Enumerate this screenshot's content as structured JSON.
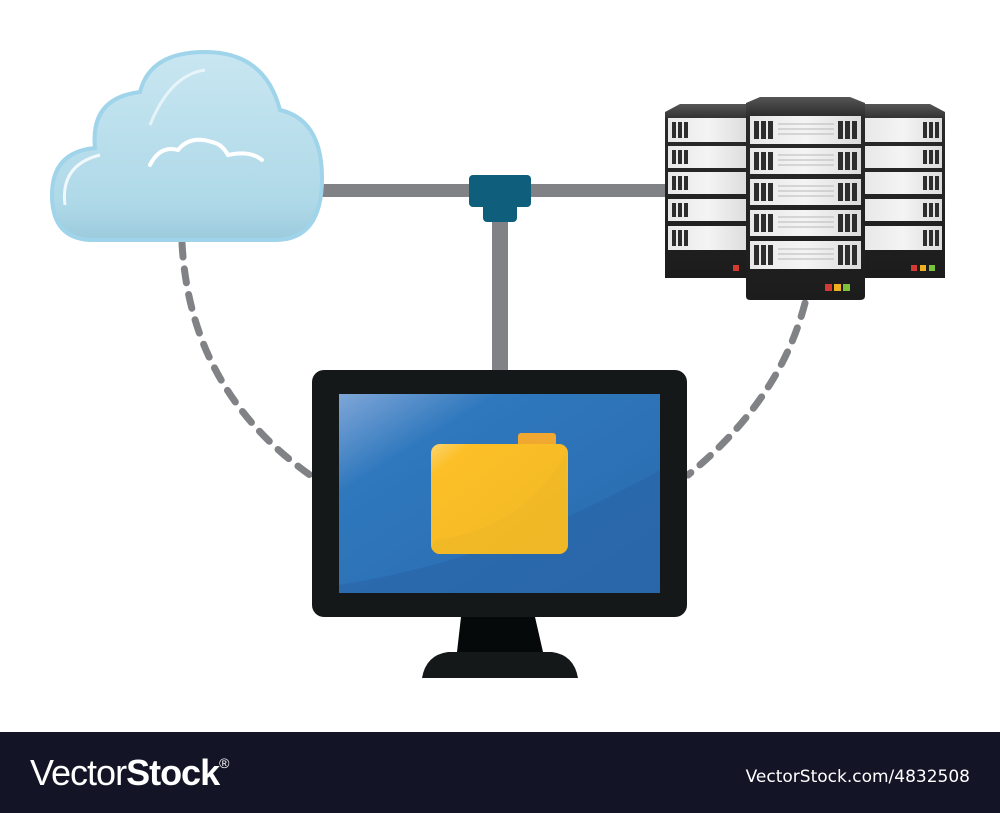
{
  "illustration": {
    "description": "Network diagram: cloud, server rack and desktop monitor connected by a T-junction pipe and dashed links",
    "nodes": [
      {
        "id": "cloud",
        "label": "cloud-storage",
        "color": "#b3dcea"
      },
      {
        "id": "servers",
        "label": "server-rack",
        "count": 3,
        "led_colors": [
          "#d33b32",
          "#f0b020",
          "#7cc23a"
        ]
      },
      {
        "id": "monitor",
        "label": "desktop-monitor",
        "screen_color": "#2a72b8",
        "content": "folder"
      }
    ],
    "connectors": {
      "pipe_color": "#808285",
      "junction_color": "#0f5e7b",
      "dashed_link_color": "#808285"
    },
    "colors": {
      "folder": "#fbbd26",
      "folder_tab": "#f0a830",
      "monitor_frame": "#141819"
    }
  },
  "watermark": {
    "brand_light": "Vector",
    "brand_bold": "Stock",
    "registered": "®",
    "url": "VectorStock.com/4832508",
    "background": "#131526"
  }
}
